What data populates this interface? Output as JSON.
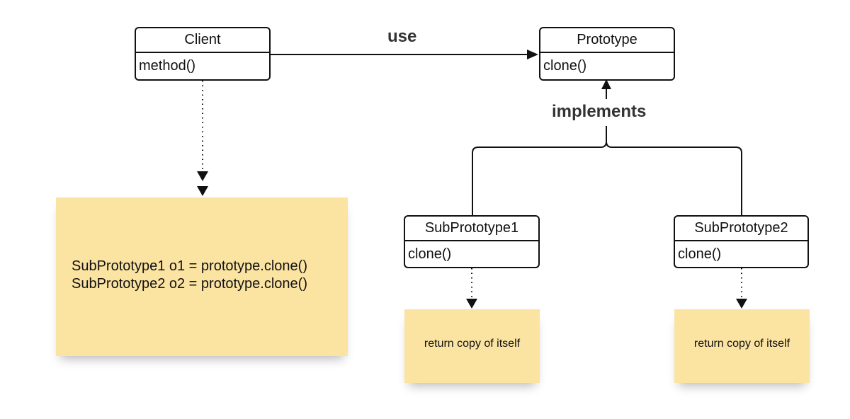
{
  "classes": {
    "client": {
      "name": "Client",
      "method": "method()"
    },
    "prototype": {
      "name": "Prototype",
      "method": "clone()"
    },
    "subprototype1": {
      "name": "SubPrototype1",
      "method": "clone()"
    },
    "subprototype2": {
      "name": "SubPrototype2",
      "method": "clone()"
    }
  },
  "relations": {
    "use_label": "use",
    "implements_label": "implements"
  },
  "notes": {
    "client_note_lines": [
      "SubPrototype1 o1 = prototype.clone()",
      "SubPrototype2 o2 = prototype.clone()"
    ],
    "sub1_note": "return copy of itself",
    "sub2_note": "return copy of itself"
  },
  "colors": {
    "note_fill": "#fbe3a2",
    "line": "#111111",
    "label": "#333333"
  }
}
